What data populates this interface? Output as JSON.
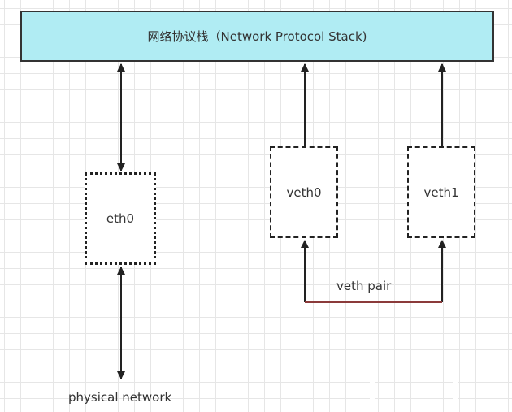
{
  "stack": {
    "label": "网络协议栈（Network Protocol Stack)",
    "fill": "#b0ecf3"
  },
  "eth0": {
    "label": "eth0"
  },
  "veth0": {
    "label": "veth0"
  },
  "veth1": {
    "label": "veth1"
  },
  "veth_pair": {
    "label": "veth pair",
    "line_color": "#8b3a3a"
  },
  "physical": {
    "label": "physical network"
  }
}
